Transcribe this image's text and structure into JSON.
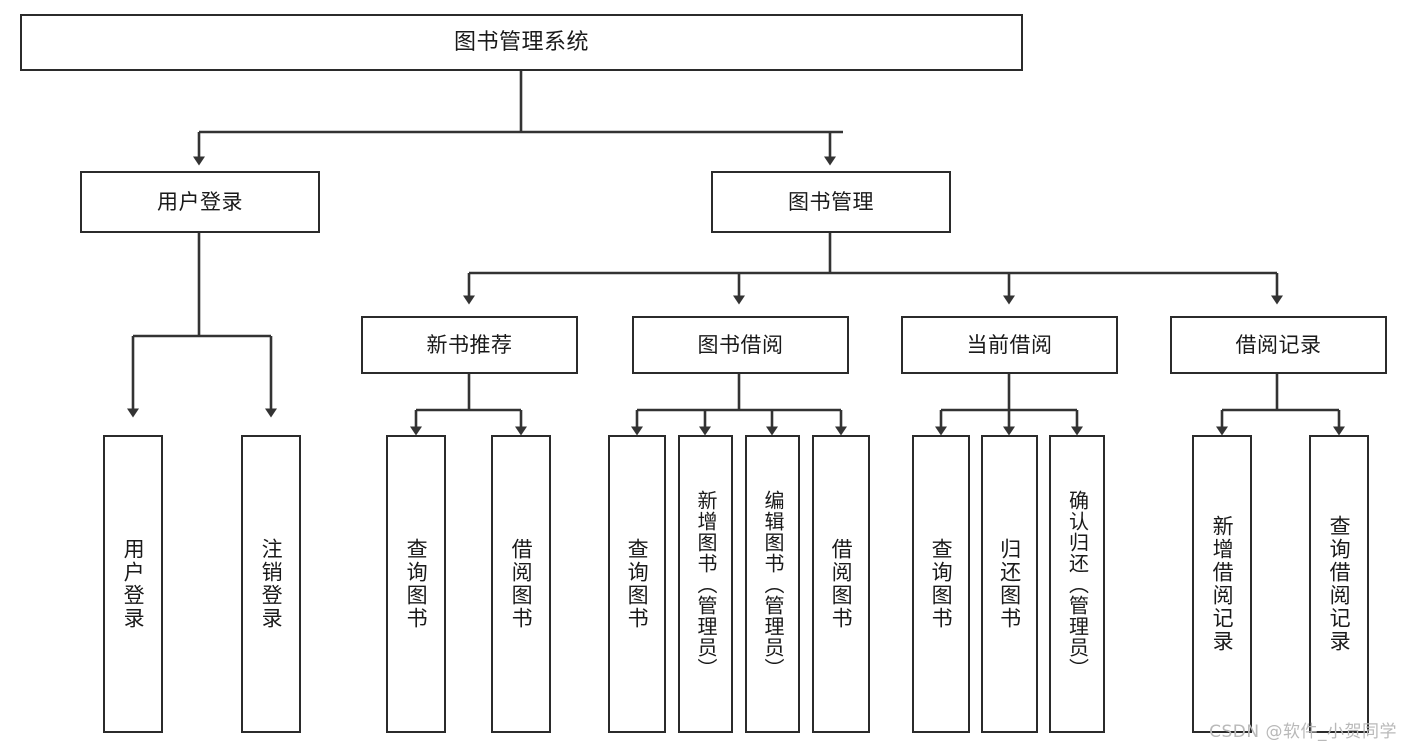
{
  "diagram": {
    "title": "图书管理系统",
    "type": "tree-hierarchy-chart",
    "watermark": "CSDN @软件_小贺同学",
    "colors": {
      "node_border": "#2b2b2b",
      "node_fill": "#ffffff",
      "edge": "#333333",
      "text": "#1a1a1a",
      "watermark": "#b9b9b9",
      "background": "#ffffff"
    },
    "levels": {
      "root": {
        "label": "图书管理系统"
      },
      "level2": [
        {
          "label": "用户登录"
        },
        {
          "label": "图书管理"
        }
      ],
      "level3": [
        {
          "label": "新书推荐"
        },
        {
          "label": "图书借阅"
        },
        {
          "label": "当前借阅"
        },
        {
          "label": "借阅记录"
        }
      ],
      "leaves": {
        "user_login": [
          {
            "label": "用户登录"
          },
          {
            "label": "注销登录"
          }
        ],
        "new_book_recommend": [
          {
            "label": "查询图书"
          },
          {
            "label": "借阅图书"
          }
        ],
        "book_borrow": [
          {
            "label": "查询图书"
          },
          {
            "label": "新增图书（管理员）"
          },
          {
            "label": "编辑图书（管理员）"
          },
          {
            "label": "借阅图书"
          }
        ],
        "current_borrow": [
          {
            "label": "查询图书"
          },
          {
            "label": "归还图书"
          },
          {
            "label": "确认归还（管理员）"
          }
        ],
        "borrow_record": [
          {
            "label": "新增借阅记录"
          },
          {
            "label": "查询借阅记录"
          }
        ]
      }
    }
  }
}
